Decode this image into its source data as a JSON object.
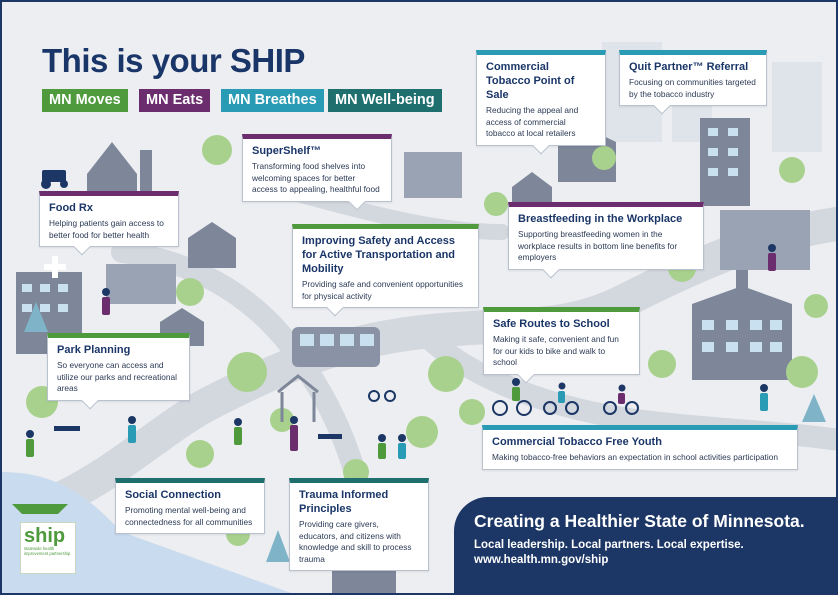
{
  "title": "This is your SHIP",
  "tags": [
    {
      "label": "MN Moves",
      "color": "#4f9a3d"
    },
    {
      "label": "MN Eats",
      "color": "#6c2d6f"
    },
    {
      "label": "MN Breathes",
      "color": "#2a9bb4"
    },
    {
      "label": "MN Well-being",
      "color": "#1f6f6f"
    }
  ],
  "cards": {
    "commercial_pos": {
      "title": "Commercial Tobacco Point of Sale",
      "body": "Reducing the appeal and access of commercial tobacco at local retailers"
    },
    "quit_partner": {
      "title": "Quit Partner™ Referral",
      "body": "Focusing on communities targeted by the tobacco industry"
    },
    "supershelf": {
      "title": "SuperShelf™",
      "body": "Transforming food shelves into welcoming spaces for better access to appealing, healthful food"
    },
    "food_rx": {
      "title": "Food Rx",
      "body": "Helping patients gain access to better food for better health"
    },
    "breastfeeding": {
      "title": "Breastfeeding in the Workplace",
      "body": "Supporting breastfeeding women in the workplace results in bottom line benefits for employers"
    },
    "active_transport": {
      "title": "Improving Safety and Access for Active Transportation and Mobility",
      "body": "Providing safe and convenient opportunities for physical activity"
    },
    "safe_routes": {
      "title": "Safe Routes to School",
      "body": "Making it safe, convenient and fun for our kids to bike and walk to school"
    },
    "park_planning": {
      "title": "Park Planning",
      "body": "So everyone can access and utilize our parks and recreational areas"
    },
    "tobacco_free_youth": {
      "title": "Commercial Tobacco Free Youth",
      "body": "Making tobacco-free behaviors an expectation in school activities participation"
    },
    "social_connection": {
      "title": "Social Connection",
      "body": "Promoting mental well-being and connectedness for all communities"
    },
    "trauma_informed": {
      "title": "Trauma Informed Principles",
      "body": "Providing care givers, educators, and citizens with knowledge and skill to process trauma"
    }
  },
  "banner": {
    "headline": "Creating a Healthier State of Minnesota.",
    "tagline": "Local leadership. Local partners. Local expertise.",
    "url": "www.health.mn.gov/ship"
  },
  "logo": {
    "word": "ship",
    "subtitle": "statewide health improvement partnership"
  },
  "colors": {
    "navy": "#1c3766",
    "moves_green": "#4f9a3d",
    "eats_purple": "#6c2d6f",
    "breathes_blue": "#2a9bb4",
    "wellbeing_teal": "#1f6f6f",
    "tree_green": "#a9d18e",
    "building_gray": "#7d8799"
  }
}
